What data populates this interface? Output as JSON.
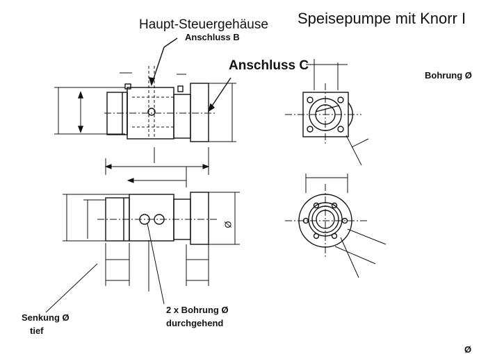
{
  "title": "Speisepumpe mit Knorr I",
  "labels": {
    "housing": "Haupt-Steuergehäuse",
    "port_b": "Anschluss B",
    "port_c": "Anschluss C",
    "bore": "Bohrung Ø",
    "countersink_line1": "Senkung Ø",
    "countersink_line2": "tief",
    "holes_line1": "2 x Bohrung Ø",
    "holes_line2": "durchgehend",
    "diameter_symbol": "Ø",
    "corner_mark": "Ø"
  },
  "colors": {
    "ink": "#111111",
    "paper": "#ffffff"
  }
}
